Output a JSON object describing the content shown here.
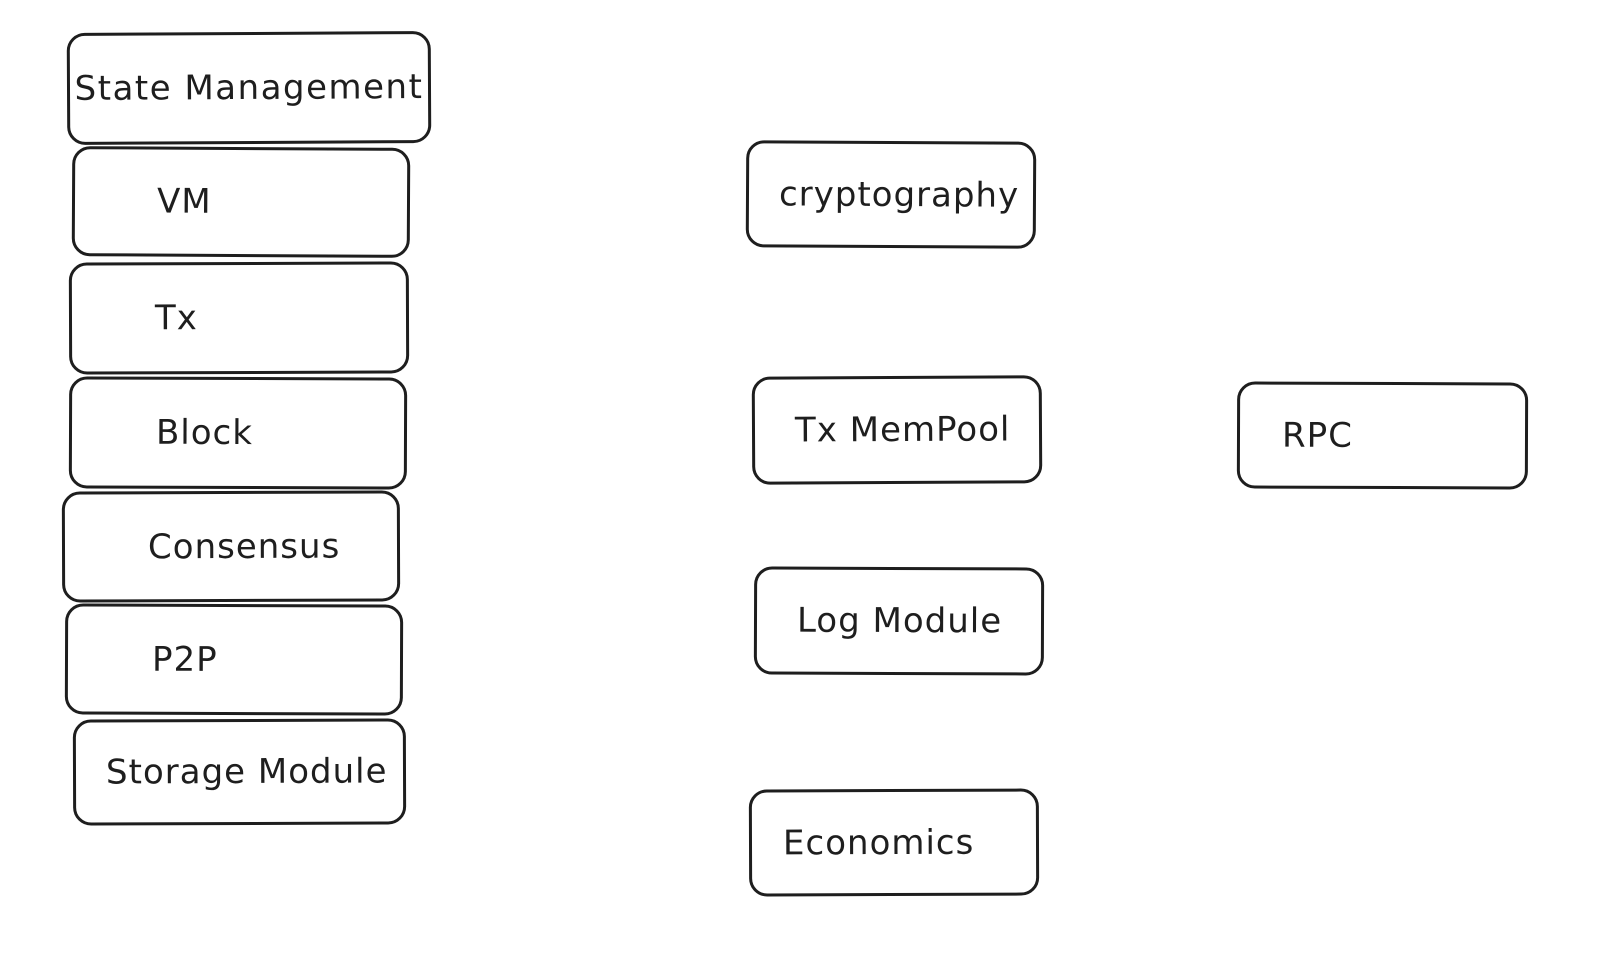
{
  "diagram": {
    "left_stack": [
      {
        "id": "state",
        "label": "State Management"
      },
      {
        "id": "vm",
        "label": "VM"
      },
      {
        "id": "tx",
        "label": "Tx"
      },
      {
        "id": "block",
        "label": "Block"
      },
      {
        "id": "consensus",
        "label": "Consensus"
      },
      {
        "id": "p2p",
        "label": "P2P"
      },
      {
        "id": "storage",
        "label": "Storage Module"
      }
    ],
    "middle_column": [
      {
        "id": "crypto",
        "label": "cryptography"
      },
      {
        "id": "mempool",
        "label": "Tx MemPool"
      },
      {
        "id": "log",
        "label": "Log Module"
      },
      {
        "id": "economics",
        "label": "Economics"
      }
    ],
    "right_column": [
      {
        "id": "rpc",
        "label": "RPC"
      }
    ]
  }
}
